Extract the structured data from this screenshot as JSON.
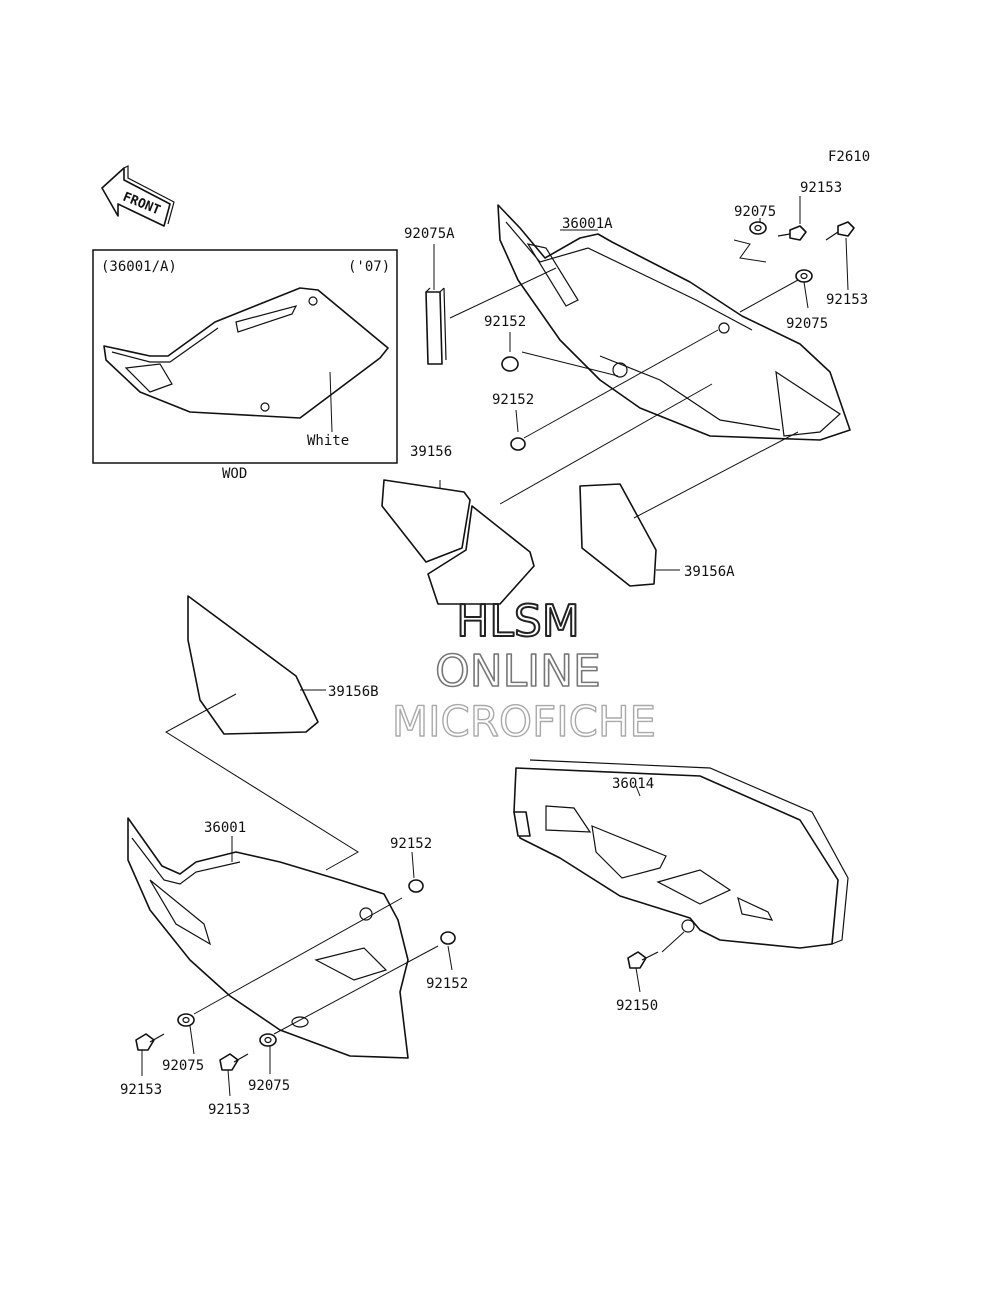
{
  "figure_code": "F2610",
  "front_arrow_label": "FRONT",
  "inset": {
    "header_left": "(36001/A)",
    "header_right": "('07)",
    "color_note": "White",
    "caption": "WOD"
  },
  "callouts": {
    "c36001A": "36001A",
    "c92075A": "92075A",
    "c92153_top": "92153",
    "c92075_top": "92075",
    "c92153_right": "92153",
    "c92075_right": "92075",
    "c92152_a": "92152",
    "c92152_b": "92152",
    "c39156": "39156",
    "c39156A": "39156A",
    "c39156B": "39156B",
    "c36001": "36001",
    "c92152_c": "92152",
    "c92152_d": "92152",
    "c92075_l1": "92075",
    "c92153_l1": "92153",
    "c92075_l2": "92075",
    "c92153_l2": "92153",
    "c36014": "36014",
    "c92150": "92150"
  },
  "watermark": {
    "line1": "HLSM",
    "line2": "ONLINE",
    "line3": "MICROFICHE"
  }
}
